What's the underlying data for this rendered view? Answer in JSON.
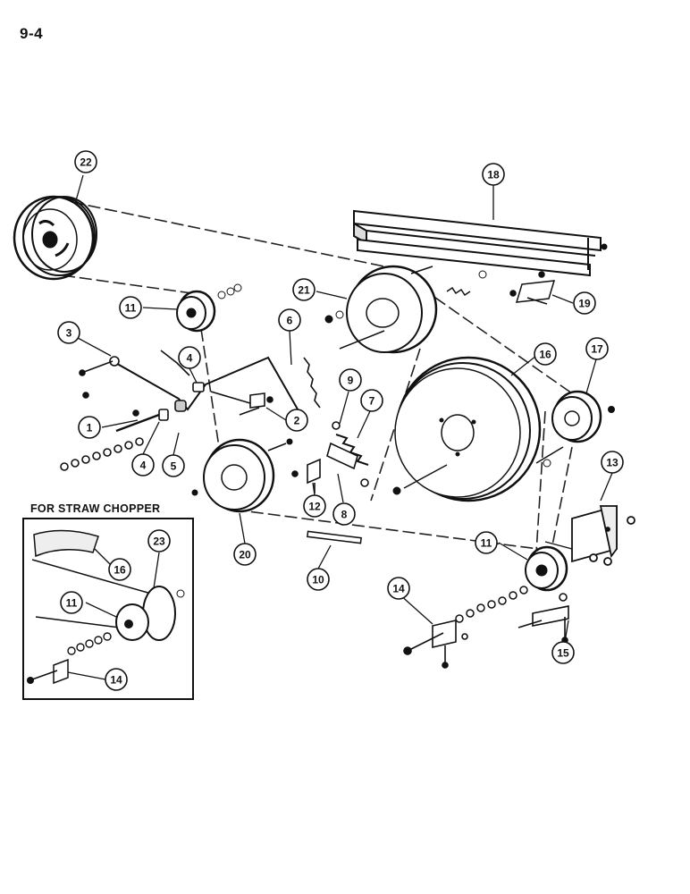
{
  "page": {
    "number": "9-4"
  },
  "inset": {
    "title": "FOR STRAW CHOPPER"
  },
  "callouts": {
    "c1": "1",
    "c2": "2",
    "c3": "3",
    "c4a": "4",
    "c4b": "4",
    "c5": "5",
    "c6": "6",
    "c7": "7",
    "c8": "8",
    "c9": "9",
    "c10": "10",
    "c11a": "11",
    "c11b": "11",
    "c11c": "11",
    "c12": "12",
    "c13": "13",
    "c14a": "14",
    "c14b": "14",
    "c15": "15",
    "c16a": "16",
    "c16b": "16",
    "c17": "17",
    "c18": "18",
    "c19": "19",
    "c20": "20",
    "c21": "21",
    "c22": "22",
    "c23": "23"
  }
}
